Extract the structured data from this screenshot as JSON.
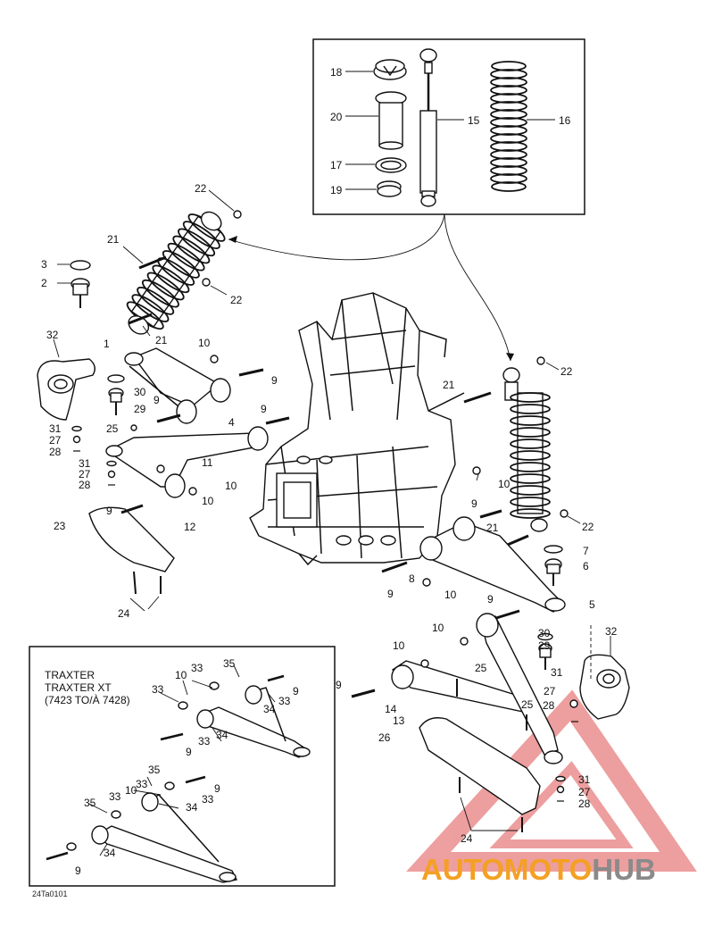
{
  "document_code": "24Ta0101",
  "watermark": {
    "part1": "AUTOMOTO",
    "part2": "HUB",
    "color1": "#f4a023",
    "color2": "#8a8a8a",
    "triangle_color": "#e05050"
  },
  "inset": {
    "line1": "TRAXTER",
    "line2": "TRAXTER XT",
    "line3": "(7423 TO/À 7428)"
  },
  "callouts": [
    {
      "id": "c18",
      "text": "18"
    },
    {
      "id": "c20",
      "text": "20"
    },
    {
      "id": "c17",
      "text": "17"
    },
    {
      "id": "c19",
      "text": "19"
    },
    {
      "id": "c15",
      "text": "15"
    },
    {
      "id": "c16",
      "text": "16"
    },
    {
      "id": "c22a",
      "text": "22"
    },
    {
      "id": "c21a",
      "text": "21"
    },
    {
      "id": "c3",
      "text": "3"
    },
    {
      "id": "c2",
      "text": "2"
    },
    {
      "id": "c22b",
      "text": "22"
    },
    {
      "id": "c21b",
      "text": "21"
    },
    {
      "id": "c32a",
      "text": "32"
    },
    {
      "id": "c1",
      "text": "1"
    },
    {
      "id": "c10a",
      "text": "10"
    },
    {
      "id": "c9a",
      "text": "9"
    },
    {
      "id": "c30a",
      "text": "30"
    },
    {
      "id": "c9b",
      "text": "9"
    },
    {
      "id": "c4",
      "text": "4"
    },
    {
      "id": "c29a",
      "text": "29"
    },
    {
      "id": "c31a",
      "text": "31"
    },
    {
      "id": "c27a",
      "text": "27"
    },
    {
      "id": "c28a",
      "text": "28"
    },
    {
      "id": "c25a",
      "text": "25"
    },
    {
      "id": "c9c",
      "text": "9"
    },
    {
      "id": "c11",
      "text": "11"
    },
    {
      "id": "c31b",
      "text": "31"
    },
    {
      "id": "c27b",
      "text": "27"
    },
    {
      "id": "c28b",
      "text": "28"
    },
    {
      "id": "c10b",
      "text": "10"
    },
    {
      "id": "c10c",
      "text": "10"
    },
    {
      "id": "c9d",
      "text": "9"
    },
    {
      "id": "c12",
      "text": "12"
    },
    {
      "id": "c23",
      "text": "23"
    },
    {
      "id": "c24a",
      "text": "24"
    },
    {
      "id": "c21c",
      "text": "21"
    },
    {
      "id": "c22c",
      "text": "22"
    },
    {
      "id": "c10d",
      "text": "10"
    },
    {
      "id": "c9e",
      "text": "9"
    },
    {
      "id": "c21d",
      "text": "21"
    },
    {
      "id": "c22d",
      "text": "22"
    },
    {
      "id": "c7",
      "text": "7"
    },
    {
      "id": "c6",
      "text": "6"
    },
    {
      "id": "c8",
      "text": "8"
    },
    {
      "id": "c9f",
      "text": "9"
    },
    {
      "id": "c10e",
      "text": "10"
    },
    {
      "id": "c5",
      "text": "5"
    },
    {
      "id": "c9g",
      "text": "9"
    },
    {
      "id": "c10f",
      "text": "10"
    },
    {
      "id": "c30b",
      "text": "30"
    },
    {
      "id": "c29b",
      "text": "29"
    },
    {
      "id": "c32b",
      "text": "32"
    },
    {
      "id": "c10g",
      "text": "10"
    },
    {
      "id": "c25b",
      "text": "25"
    },
    {
      "id": "c31c",
      "text": "31"
    },
    {
      "id": "c9h",
      "text": "9"
    },
    {
      "id": "c14",
      "text": "14"
    },
    {
      "id": "c27c",
      "text": "27"
    },
    {
      "id": "c28c",
      "text": "28"
    },
    {
      "id": "c25c",
      "text": "25"
    },
    {
      "id": "c13",
      "text": "13"
    },
    {
      "id": "c26",
      "text": "26"
    },
    {
      "id": "c31d",
      "text": "31"
    },
    {
      "id": "c27d",
      "text": "27"
    },
    {
      "id": "c28d",
      "text": "28"
    },
    {
      "id": "c24b",
      "text": "24"
    },
    {
      "id": "i10a",
      "text": "10"
    },
    {
      "id": "i33a",
      "text": "33"
    },
    {
      "id": "i35a",
      "text": "35"
    },
    {
      "id": "i33b",
      "text": "33"
    },
    {
      "id": "i9a",
      "text": "9"
    },
    {
      "id": "i33c",
      "text": "33"
    },
    {
      "id": "i34a",
      "text": "34"
    },
    {
      "id": "i33d",
      "text": "33"
    },
    {
      "id": "i9b",
      "text": "9"
    },
    {
      "id": "i34b",
      "text": "34"
    },
    {
      "id": "i35b",
      "text": "35"
    },
    {
      "id": "i33e",
      "text": "33"
    },
    {
      "id": "i10b",
      "text": "10"
    },
    {
      "id": "i9c",
      "text": "9"
    },
    {
      "id": "i35c",
      "text": "35"
    },
    {
      "id": "i33f",
      "text": "33"
    },
    {
      "id": "i33g",
      "text": "33"
    },
    {
      "id": "i34c",
      "text": "34"
    },
    {
      "id": "i34d",
      "text": "34"
    },
    {
      "id": "i9d",
      "text": "9"
    }
  ]
}
